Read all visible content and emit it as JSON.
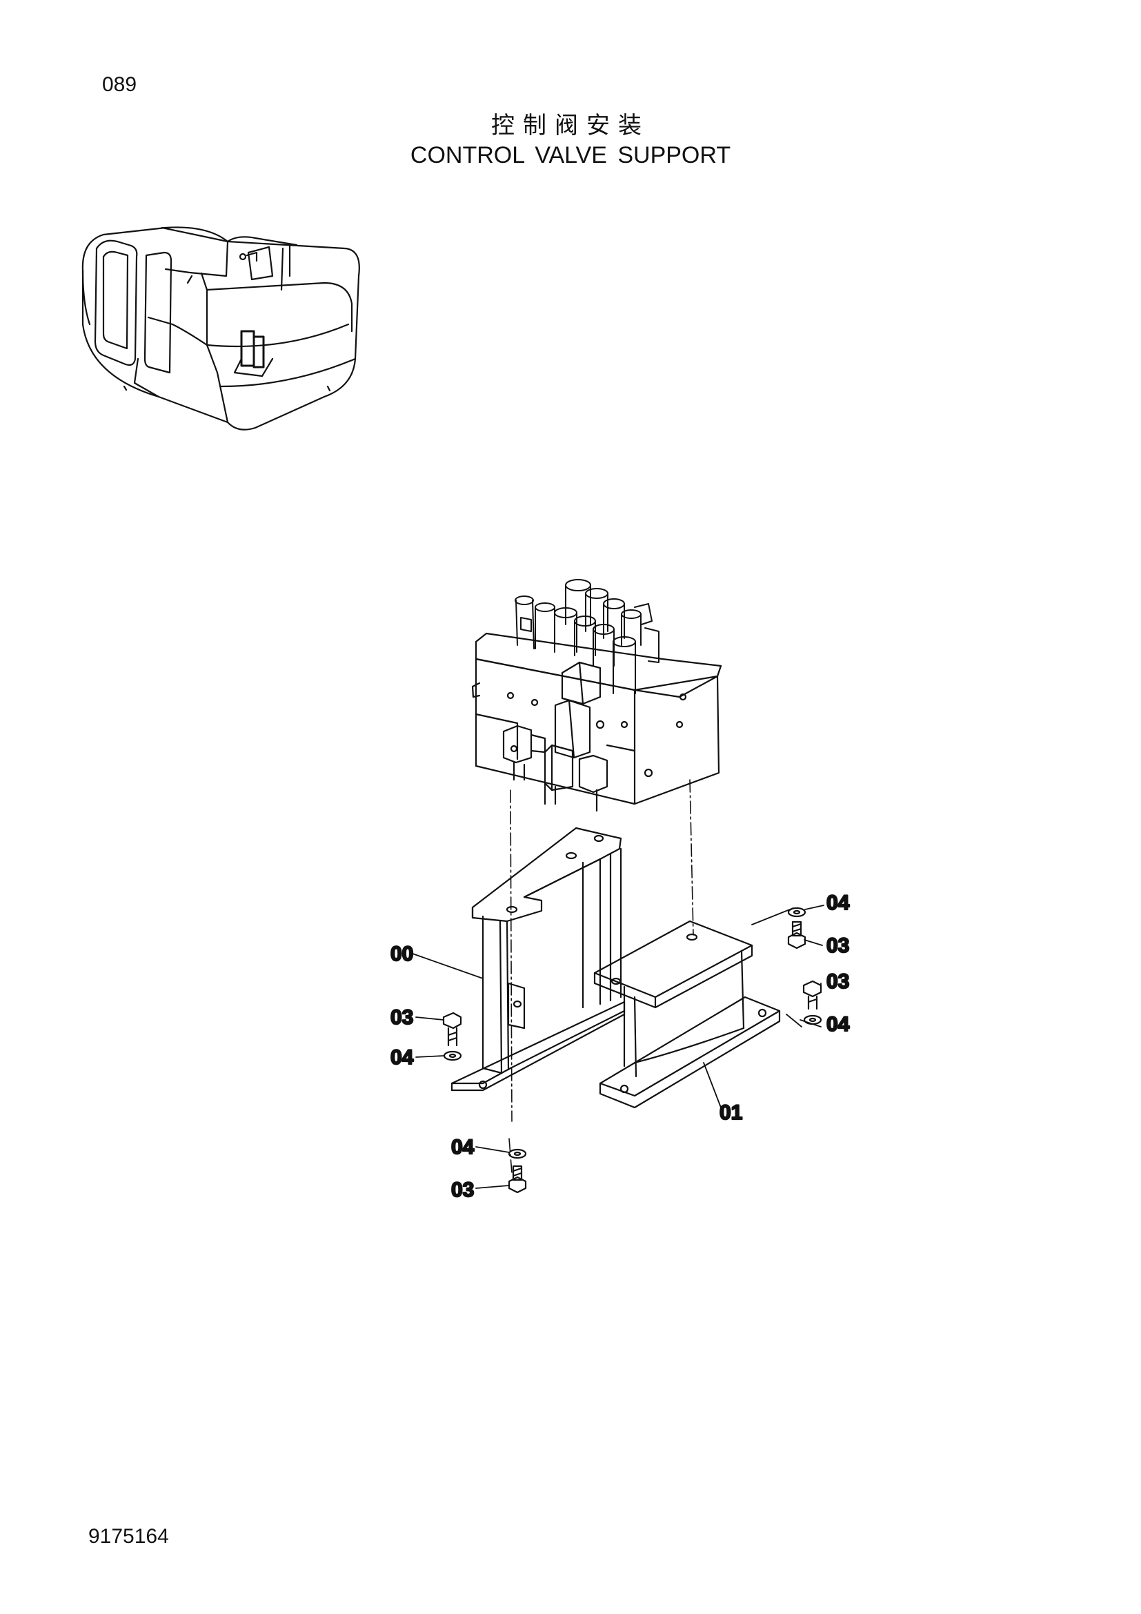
{
  "page": {
    "number": "089",
    "doc_number": "9175164"
  },
  "title": {
    "cn": "控制阀安装",
    "en": "CONTROL VALVE SUPPORT"
  },
  "callouts": {
    "c00": "00",
    "c01": "01",
    "c03a": "03",
    "c03b": "03",
    "c03c": "03",
    "c03d": "03",
    "c04a": "04",
    "c04b": "04",
    "c04c": "04",
    "c04d": "04"
  },
  "icons": [
    "excavator-overview-icon",
    "control-valve-assembly-icon",
    "support-bracket-icon",
    "bolt-icon",
    "washer-icon"
  ]
}
